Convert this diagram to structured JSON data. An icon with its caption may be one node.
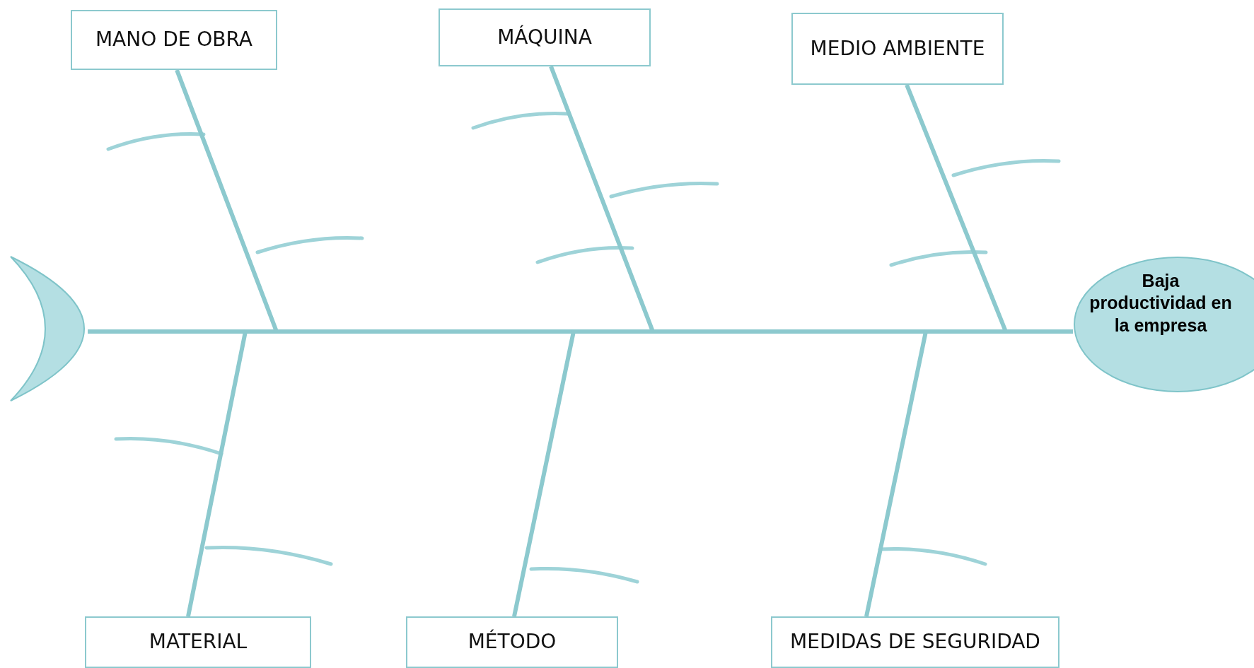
{
  "diagram": {
    "nodes": [
      {
        "text": [
          "MANO DE OBRA"
        ]
      },
      {
        "text": [
          "MÁQUINA"
        ]
      },
      {
        "text": [
          "MEDIO AMBIENTE"
        ]
      },
      {
        "text": [],
        "shape": "crescent"
      },
      {
        "text": [
          "Baja productividad en la empresa"
        ]
      },
      {
        "text": [
          "MATERIAL"
        ]
      },
      {
        "text": [
          "MÉTODO"
        ]
      },
      {
        "text": [
          "MEDIDAS DE SEGURIDAD"
        ]
      }
    ],
    "edges": [
      {
        "from": 0,
        "to": 4,
        "arrow": "none"
      },
      {
        "from": 1,
        "to": 4,
        "arrow": "none"
      },
      {
        "from": 2,
        "to": 4,
        "arrow": "none"
      },
      {
        "from": 3,
        "to": 4,
        "arrow": "none"
      },
      {
        "from": 5,
        "to": 4,
        "arrow": "none"
      },
      {
        "from": 6,
        "to": 4,
        "arrow": "none"
      },
      {
        "from": 7,
        "to": 4,
        "arrow": "none"
      }
    ]
  }
}
